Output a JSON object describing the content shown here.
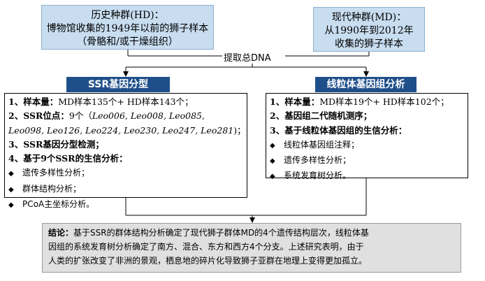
{
  "top_boxes": {
    "hd": {
      "line1": "历史种群(HD)：",
      "line2": "博物馆收集的1949年以前的狮子样本",
      "line3": "（骨骼和/或干燥组织）"
    },
    "md": {
      "line1": "现代种群(MD)：",
      "line2": "从1990年到2012年",
      "line3": "收集的狮子样本"
    }
  },
  "extract_label": "提取总DNA",
  "ssr": {
    "header": "SSR基因分型",
    "items": {
      "i1_label": "1、样本量：",
      "i1_text": "MD样本135个+ HD样本143个；",
      "i2_label": "2、SSR位点：",
      "i2_text_a": "9个（",
      "i2_loci_a": "Leo006, Leo008, Leo085,",
      "i2_loci_b": "Leo098, Leo126, Leo224, Leo230, Leo247, Leo281",
      "i2_text_b": ")；",
      "i3": "3、SSR基因分型检测；",
      "i4": "4、基于9个SSR的生信分析：",
      "sub1": "遗传多样性分析；",
      "sub2": "群体结构分析；",
      "sub3": "PCoA主坐标分析。"
    }
  },
  "mito": {
    "header": "线粒体基因组分析",
    "items": {
      "i1_label": "1、样本量：",
      "i1_text": "MD样本19个+ HD样本102个；",
      "i2": "2、基因组二代随机测序；",
      "i3": "3、基于线粒体基因组的生信分析：",
      "sub1": "线粒体基因组注释；",
      "sub2": "遗传多样性分析；",
      "sub3": "系统发育树分析。"
    }
  },
  "bullet_glyph": "◆",
  "conclusion": {
    "label": "结论：",
    "line1": "基于SSR的群体结构分析确定了现代狮子群体MD的4个遗传结构层次，线粒体基",
    "line2": "因组的系统发育树分析确定了南方、混合、东方和西方4个分支。上述研究表明，由于",
    "line3": "人类的扩张改变了非洲的景观，栖息地的碎片化导致狮子亚群在地理上变得更加孤立。"
  }
}
